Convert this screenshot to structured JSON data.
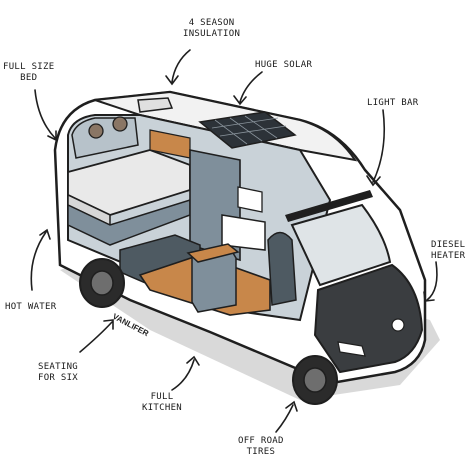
{
  "labels": {
    "four_season_1": "4 SEASON",
    "four_season_2": "INSULATION",
    "full_size_1": "FULL SIZE",
    "full_size_2": "BED",
    "huge_solar": "HUGE SOLAR",
    "light_bar": "LIGHT BAR",
    "diesel_1": "DIESEL",
    "diesel_2": "HEATER",
    "hot_water": "HOT WATER",
    "seating_1": "SEATING",
    "seating_2": "FOR SIX",
    "kitchen_1": "FULL",
    "kitchen_2": "KITCHEN",
    "tires_1": "OFF ROAD",
    "tires_2": "TIRES"
  },
  "van_text": "VANLIFER",
  "colors": {
    "outline": "#1f1f1f",
    "body_white": "#ffffff",
    "interior_gray": "#c9d2d8",
    "cabinet_slate": "#7f8f9b",
    "wood": "#c8874a",
    "tire": "#2b2b2b",
    "front_dark": "#3a3d40",
    "shadow": "#c9c9c9"
  }
}
